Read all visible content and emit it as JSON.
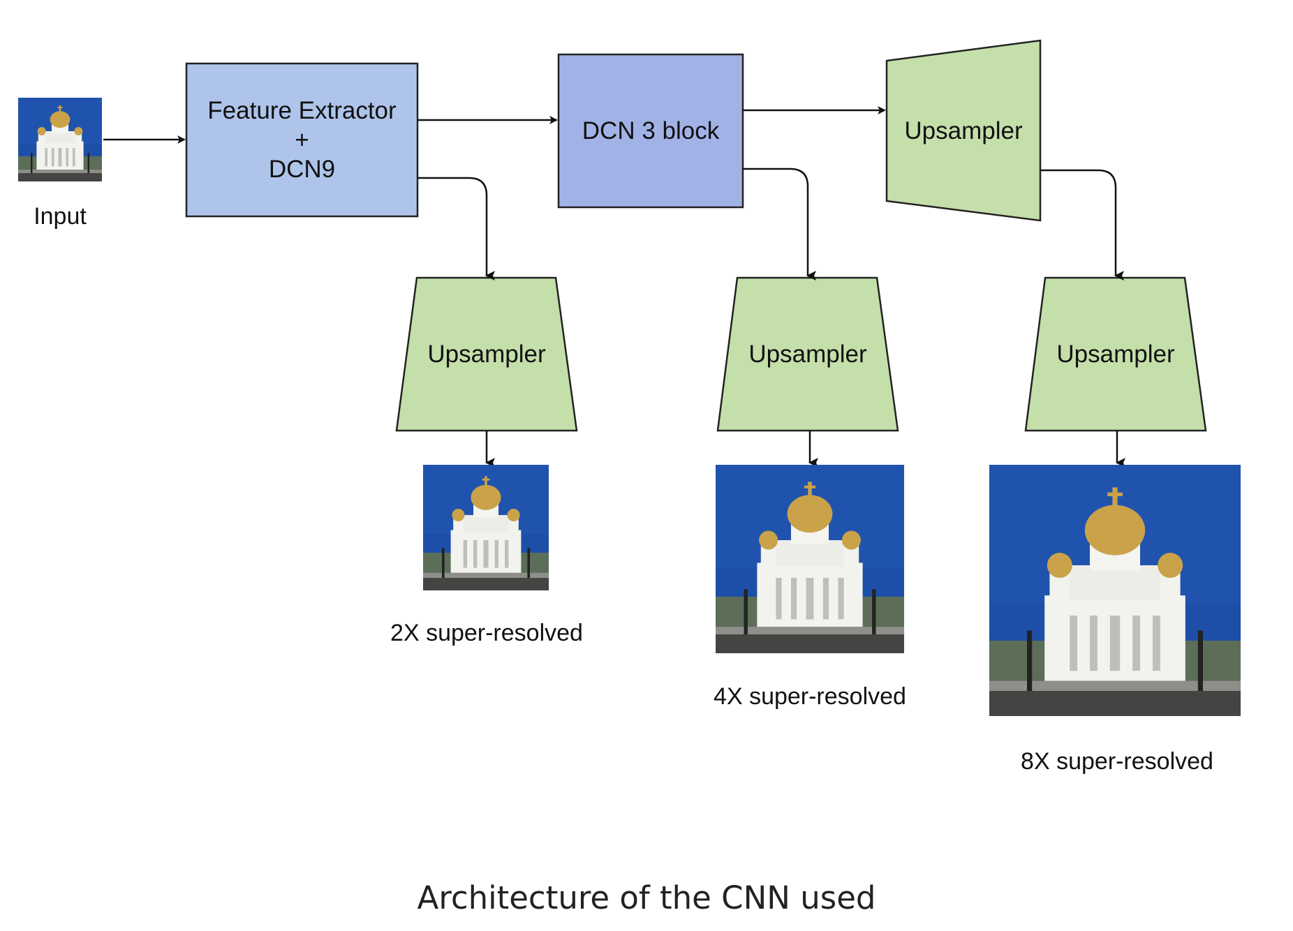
{
  "diagram": {
    "input_label": "Input",
    "feature_extractor": {
      "line1": "Feature Extractor",
      "line2": "+",
      "line3": "DCN9"
    },
    "dcn3_block": "DCN 3 block",
    "upsampler_top": "Upsampler",
    "upsampler_1": "Upsampler",
    "upsampler_2": "Upsampler",
    "upsampler_3": "Upsampler",
    "output_2x": "2X super-resolved",
    "output_4x": "4X super-resolved",
    "output_8x": "8X super-resolved",
    "caption": "Architecture of the CNN used"
  },
  "colors": {
    "feature_extractor_fill": "#AEC4EA",
    "dcn_fill": "#A1B3E6",
    "upsampler_fill": "#C4DFAA",
    "stroke": "#222222",
    "sky": "#1E4FA8",
    "cathedral": "#F2F2EE",
    "dome_gold": "#C9A24A"
  }
}
